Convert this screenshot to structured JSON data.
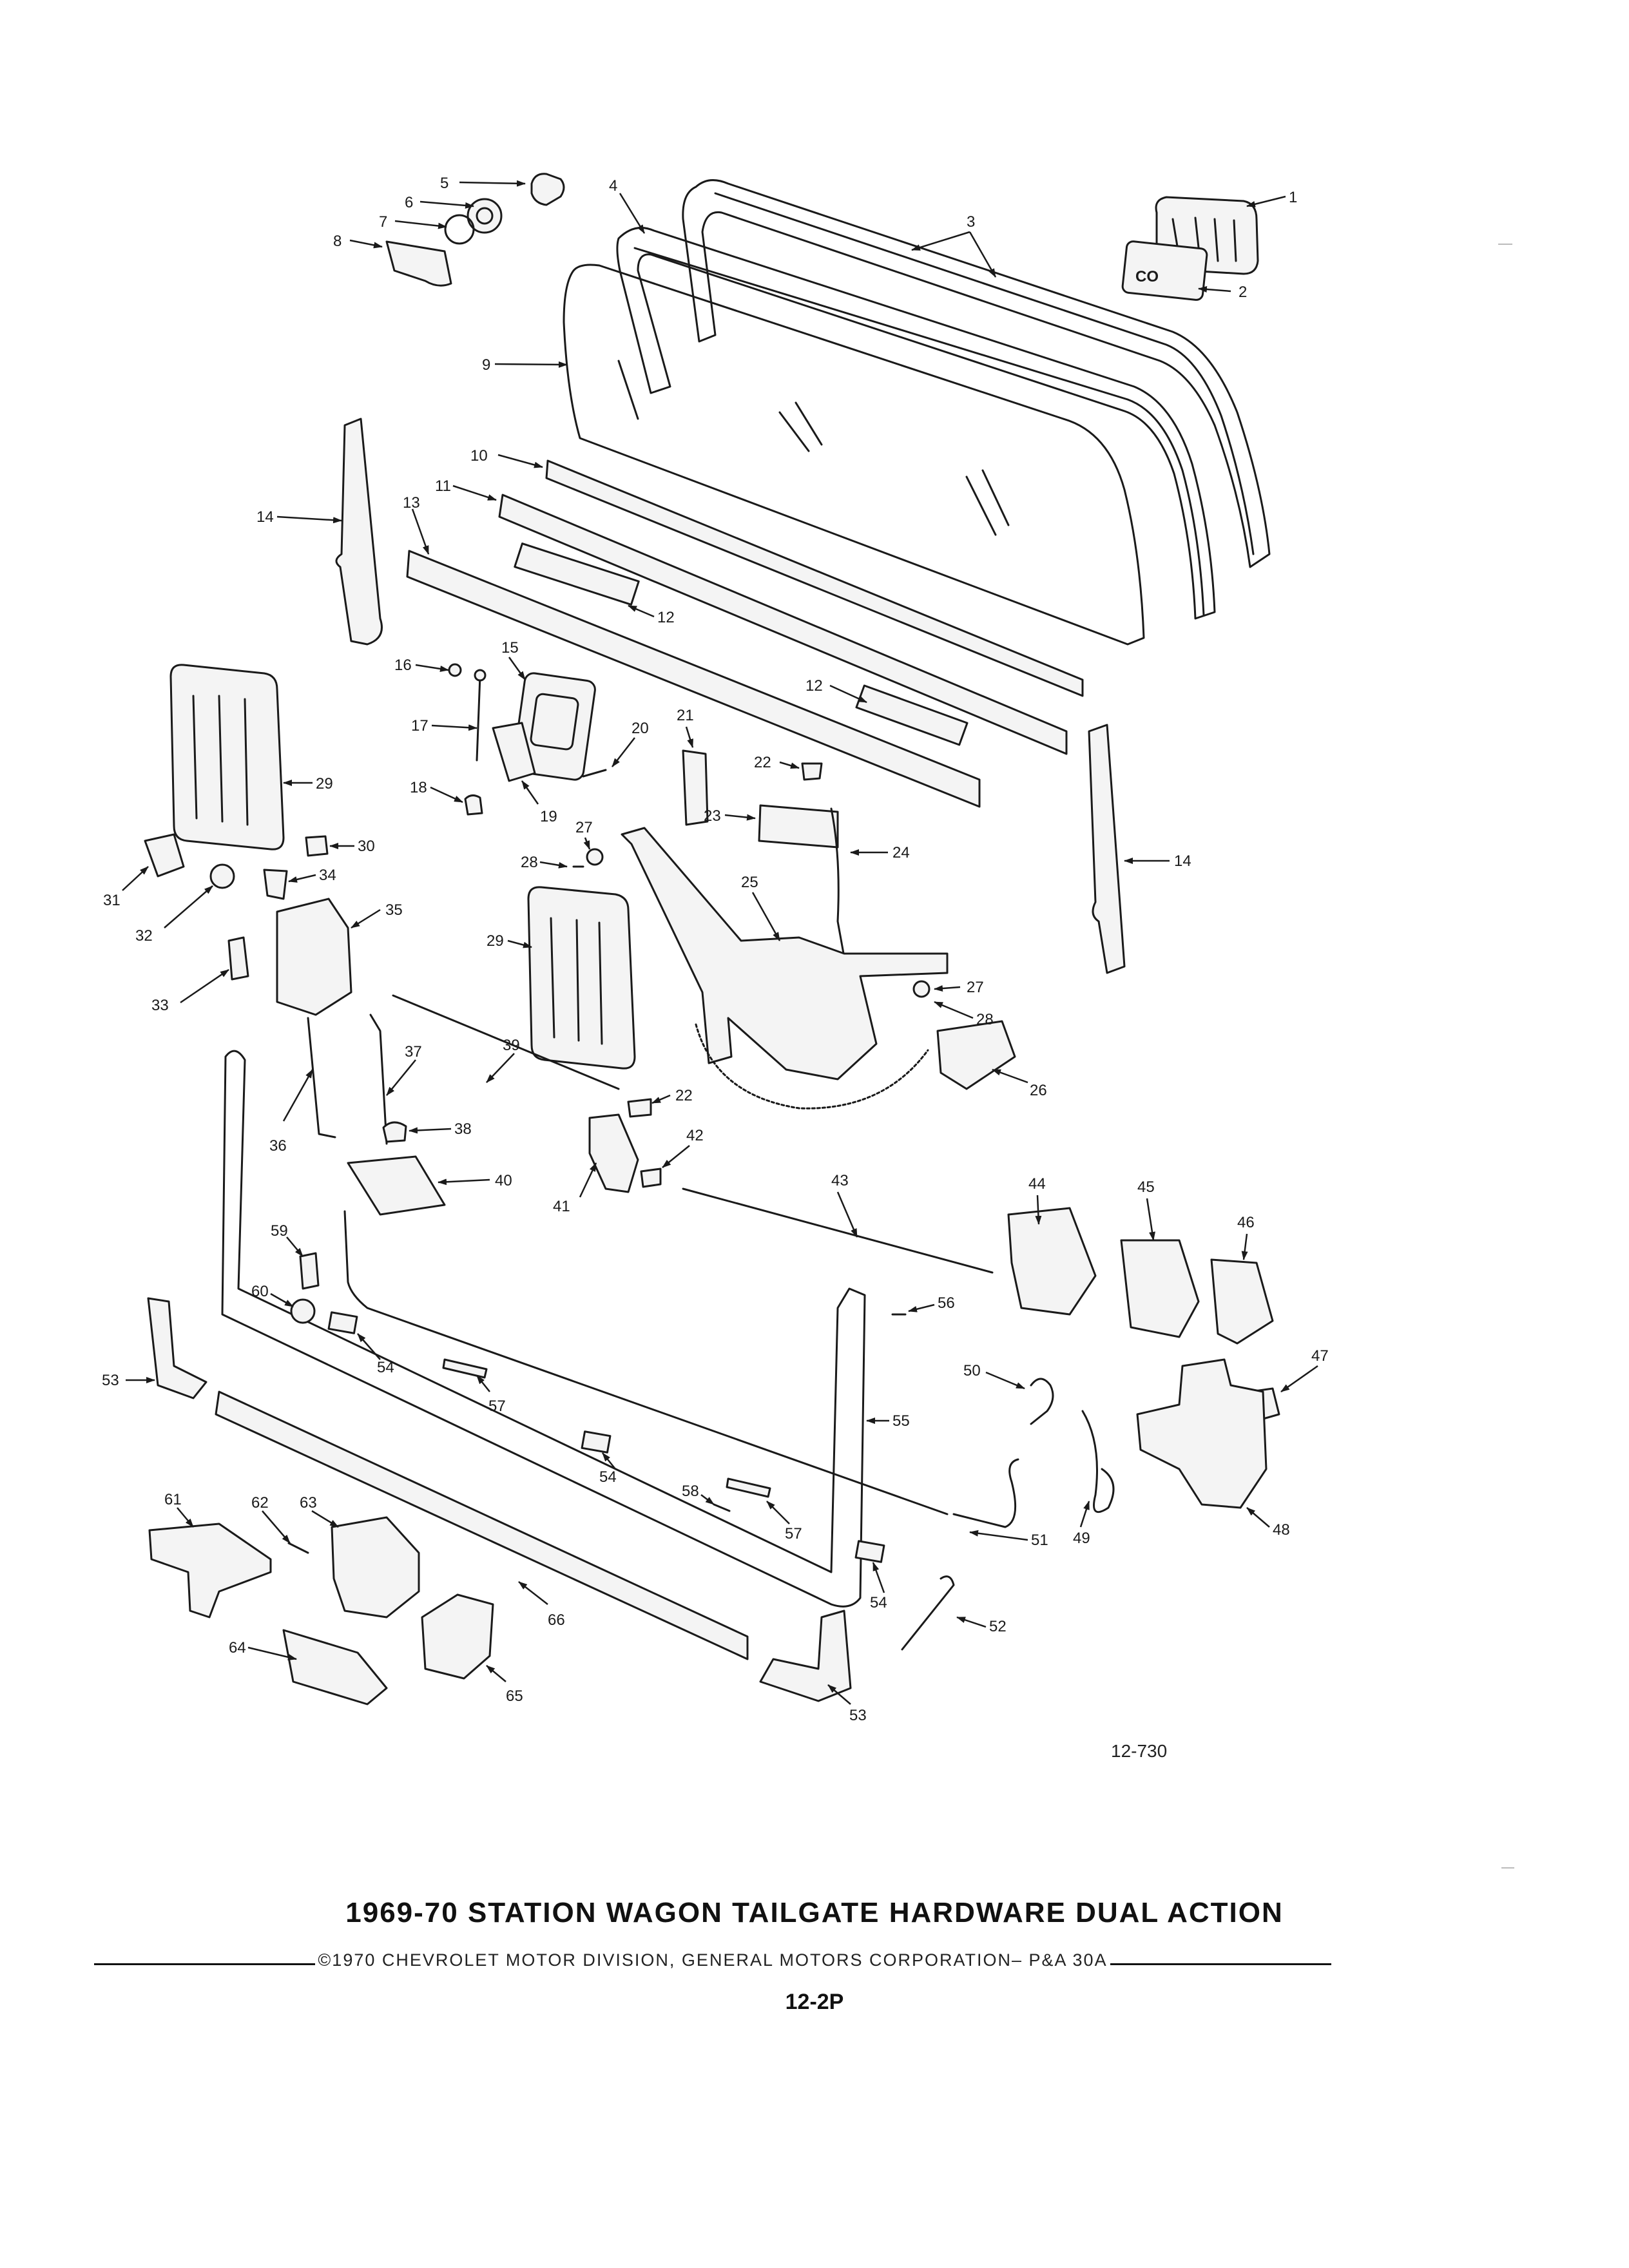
{
  "document": {
    "title": "1969-70 STATION WAGON TAILGATE HARDWARE DUAL ACTION",
    "copyright": "©1970 CHEVROLET MOTOR DIVISION, GENERAL MOTORS CORPORATION–  P&A 30A",
    "page_number": "12-2P",
    "figure_number": "12-730"
  },
  "callouts": [
    "1",
    "2",
    "3",
    "4",
    "5",
    "6",
    "7",
    "8",
    "9",
    "10",
    "11",
    "12",
    "13",
    "14",
    "15",
    "16",
    "17",
    "18",
    "19",
    "20",
    "21",
    "22",
    "23",
    "24",
    "25",
    "26",
    "27",
    "28",
    "29",
    "30",
    "31",
    "32",
    "33",
    "34",
    "35",
    "36",
    "37",
    "38",
    "39",
    "40",
    "41",
    "42",
    "43",
    "44",
    "45",
    "46",
    "47",
    "48",
    "49",
    "50",
    "51",
    "52",
    "53",
    "54",
    "55",
    "56",
    "57",
    "58",
    "59",
    "60",
    "61",
    "62",
    "63",
    "64",
    "65",
    "66"
  ]
}
